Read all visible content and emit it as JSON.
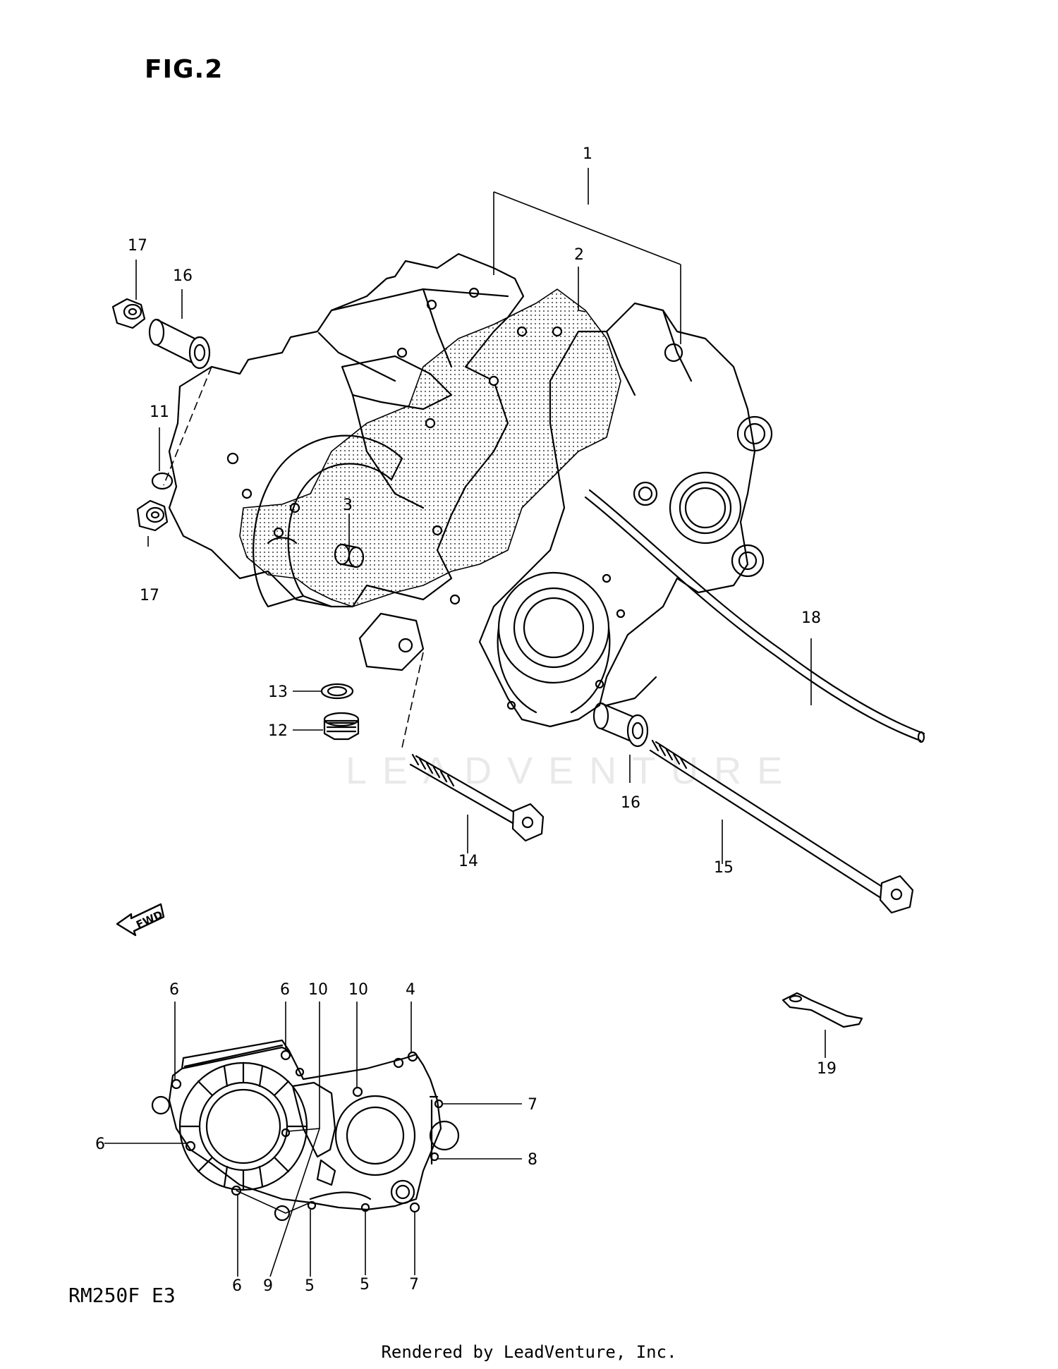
{
  "title": "FIG.2",
  "model_code": "RM250F  E3",
  "footer": "Rendered by LeadVenture, Inc.",
  "watermark": "LEADVENTURE",
  "fwd_label": "FWD",
  "callouts": [
    {
      "id": "c1",
      "text": "1"
    },
    {
      "id": "c2",
      "text": "2"
    },
    {
      "id": "c3",
      "text": "3"
    },
    {
      "id": "c11",
      "text": "11"
    },
    {
      "id": "c12",
      "text": "12"
    },
    {
      "id": "c13",
      "text": "13"
    },
    {
      "id": "c14",
      "text": "14"
    },
    {
      "id": "c15",
      "text": "15"
    },
    {
      "id": "c16a",
      "text": "16"
    },
    {
      "id": "c16b",
      "text": "16"
    },
    {
      "id": "c17a",
      "text": "17"
    },
    {
      "id": "c17b",
      "text": "17"
    },
    {
      "id": "c18",
      "text": "18"
    },
    {
      "id": "c19",
      "text": "19"
    },
    {
      "id": "c4",
      "text": "4"
    },
    {
      "id": "c5a",
      "text": "5"
    },
    {
      "id": "c5b",
      "text": "5"
    },
    {
      "id": "c6a",
      "text": "6"
    },
    {
      "id": "c6b",
      "text": "6"
    },
    {
      "id": "c6c",
      "text": "6"
    },
    {
      "id": "c6d",
      "text": "6"
    },
    {
      "id": "c7a",
      "text": "7"
    },
    {
      "id": "c7b",
      "text": "7"
    },
    {
      "id": "c8",
      "text": "8"
    },
    {
      "id": "c9",
      "text": "9"
    },
    {
      "id": "c10a",
      "text": "10"
    },
    {
      "id": "c10b",
      "text": "10"
    }
  ]
}
